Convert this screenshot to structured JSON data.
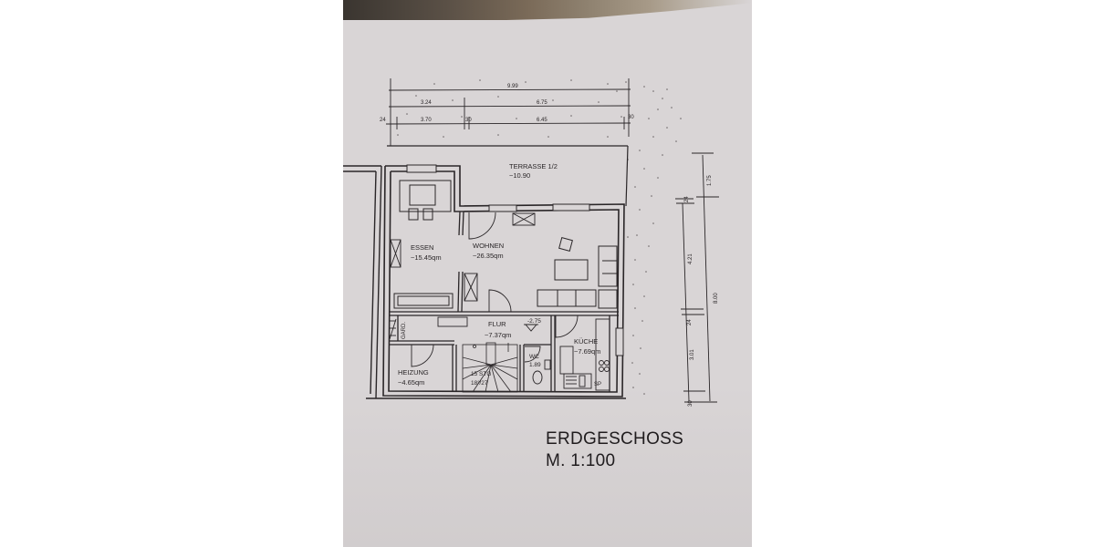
{
  "plan": {
    "title": "ERDGESCHOSS",
    "scale": "M. 1:100",
    "colors": {
      "paper": "#d9d5d6",
      "ink": "#2a2628",
      "background": "#ffffff"
    },
    "dimensions_top": {
      "overall": "9.99",
      "row2": [
        "3.24",
        "6.75"
      ],
      "row3": [
        "24",
        "3.70",
        "30",
        "6.45",
        "30"
      ]
    },
    "dimensions_right": {
      "inner": [
        "24",
        "4.21",
        "24",
        "3.01",
        "30"
      ],
      "outer": [
        "1.75",
        "8.00"
      ]
    },
    "rooms": [
      {
        "name": "TERRASSE 1/2",
        "area": "~10.90"
      },
      {
        "name": "ESSEN",
        "area": "~15.45qm"
      },
      {
        "name": "WOHNEN",
        "area": "~26.35qm"
      },
      {
        "name": "FLUR",
        "area": "~7.37qm"
      },
      {
        "name": "KÜCHE",
        "area": "~7.69qm"
      },
      {
        "name": "HEIZUNG",
        "area": "~4.65qm"
      },
      {
        "name": "WC",
        "area": "1.89"
      },
      {
        "name": "GARD.",
        "area": ""
      }
    ],
    "stairs": {
      "label": "15 STG",
      "rise": "18³/27"
    },
    "level_marker": "-2.75",
    "kitchen_label": "SP"
  }
}
